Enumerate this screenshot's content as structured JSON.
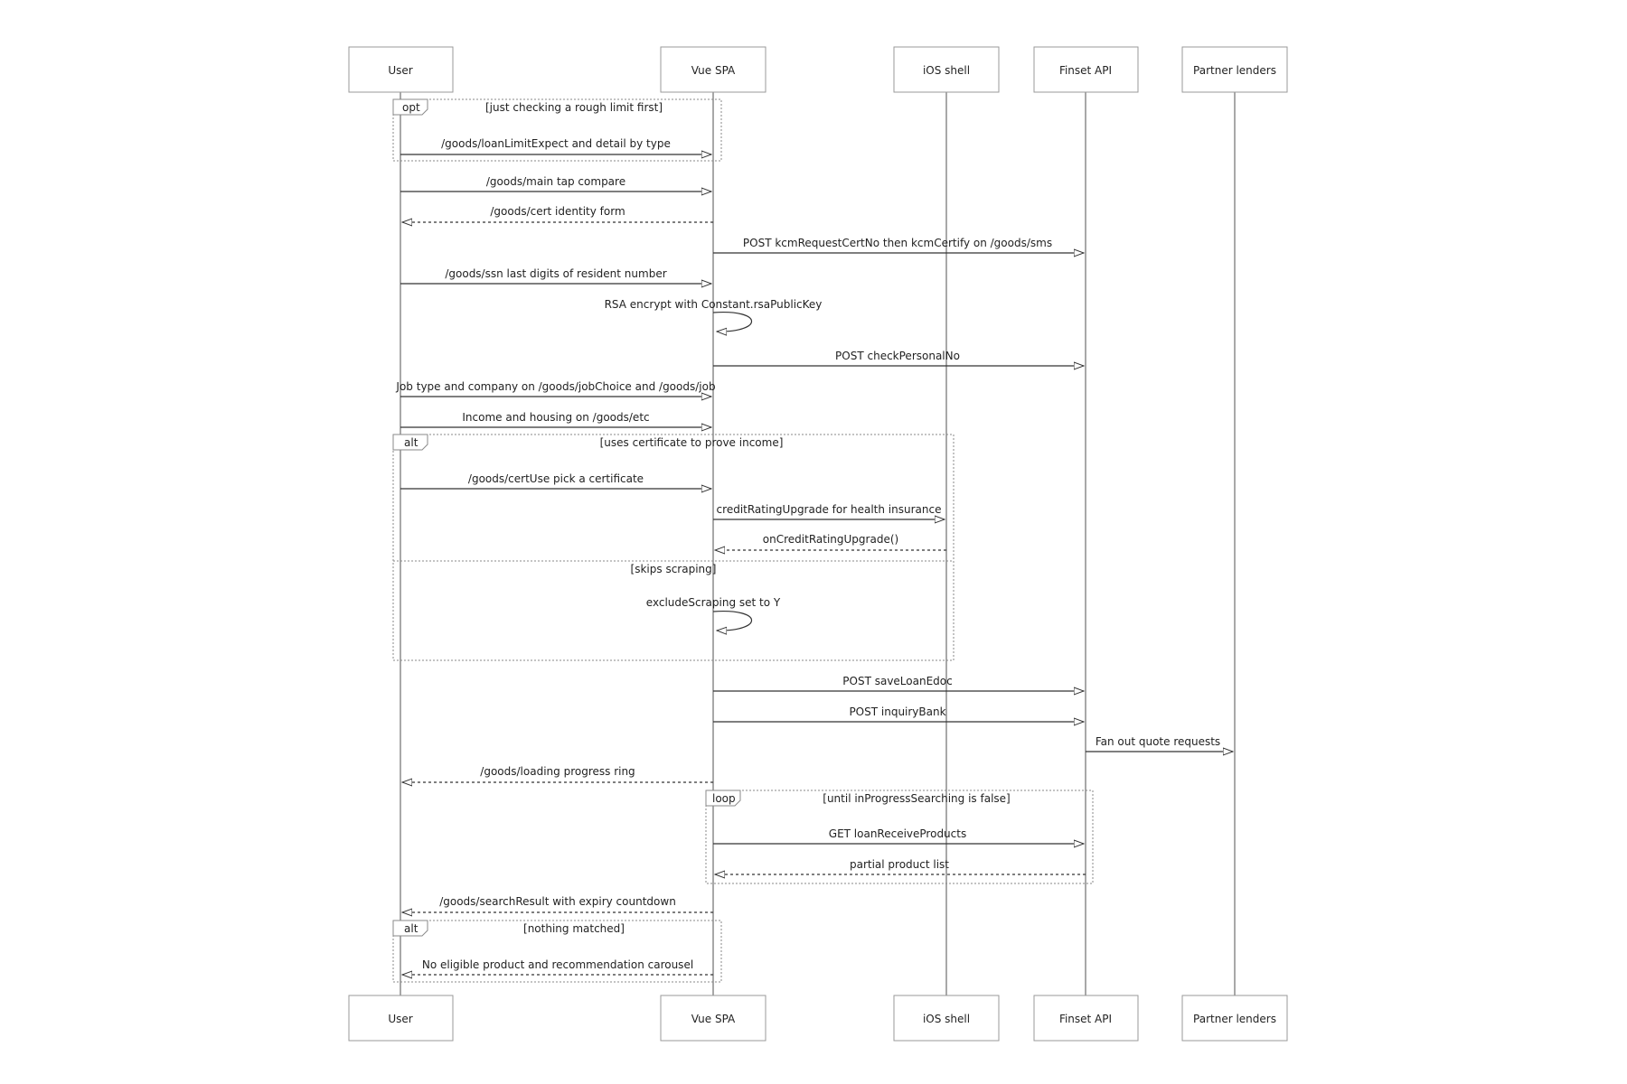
{
  "colors": {
    "line": "#333333",
    "box_border": "#9a9a9a",
    "frame_border": "#8a8a8a",
    "text": "#222222"
  },
  "participants": [
    {
      "id": "user",
      "label": "User"
    },
    {
      "id": "spa",
      "label": "Vue SPA"
    },
    {
      "id": "ios",
      "label": "iOS shell"
    },
    {
      "id": "api",
      "label": "Finset API"
    },
    {
      "id": "lenders",
      "label": "Partner lenders"
    }
  ],
  "frames": [
    {
      "kind": "opt",
      "label": "[just checking a rough limit first]"
    },
    {
      "kind": "alt",
      "label": "[uses certificate to prove income]",
      "else_label": "[skips scraping]"
    },
    {
      "kind": "loop",
      "label": "[until inProgressSearching is false]"
    },
    {
      "kind": "alt",
      "label": "[nothing matched]"
    }
  ],
  "messages": [
    {
      "from": "user",
      "to": "spa",
      "style": "solid",
      "label": "/goods/loanLimitExpect and detail by type"
    },
    {
      "from": "user",
      "to": "spa",
      "style": "solid",
      "label": "/goods/main tap compare"
    },
    {
      "from": "spa",
      "to": "user",
      "style": "dashed",
      "label": "/goods/cert identity form"
    },
    {
      "from": "spa",
      "to": "api",
      "style": "solid",
      "label": "POST kcmRequestCertNo then kcmCertify on /goods/sms"
    },
    {
      "from": "user",
      "to": "spa",
      "style": "solid",
      "label": "/goods/ssn last digits of resident number"
    },
    {
      "from": "spa",
      "to": "spa",
      "style": "self",
      "label": "RSA encrypt with Constant.rsaPublicKey"
    },
    {
      "from": "spa",
      "to": "api",
      "style": "solid",
      "label": "POST checkPersonalNo"
    },
    {
      "from": "user",
      "to": "spa",
      "style": "solid",
      "label": "Job type and company on /goods/jobChoice and /goods/job"
    },
    {
      "from": "user",
      "to": "spa",
      "style": "solid",
      "label": "Income and housing on /goods/etc"
    },
    {
      "from": "user",
      "to": "spa",
      "style": "solid",
      "label": "/goods/certUse pick a certificate"
    },
    {
      "from": "spa",
      "to": "ios",
      "style": "solid",
      "label": "creditRatingUpgrade for health insurance"
    },
    {
      "from": "ios",
      "to": "spa",
      "style": "dashed",
      "label": "onCreditRatingUpgrade()"
    },
    {
      "from": "spa",
      "to": "spa",
      "style": "self",
      "label": "excludeScraping set to Y"
    },
    {
      "from": "spa",
      "to": "api",
      "style": "solid",
      "label": "POST saveLoanEdoc"
    },
    {
      "from": "spa",
      "to": "api",
      "style": "solid",
      "label": "POST inquiryBank"
    },
    {
      "from": "api",
      "to": "lenders",
      "style": "solid",
      "label": "Fan out quote requests"
    },
    {
      "from": "spa",
      "to": "user",
      "style": "dashed",
      "label": "/goods/loading progress ring"
    },
    {
      "from": "spa",
      "to": "api",
      "style": "solid",
      "label": "GET loanReceiveProducts"
    },
    {
      "from": "api",
      "to": "spa",
      "style": "dashed",
      "label": "partial product list"
    },
    {
      "from": "spa",
      "to": "user",
      "style": "dashed",
      "label": "/goods/searchResult with expiry countdown"
    },
    {
      "from": "spa",
      "to": "user",
      "style": "dashed",
      "label": "No eligible product and recommendation carousel"
    }
  ]
}
